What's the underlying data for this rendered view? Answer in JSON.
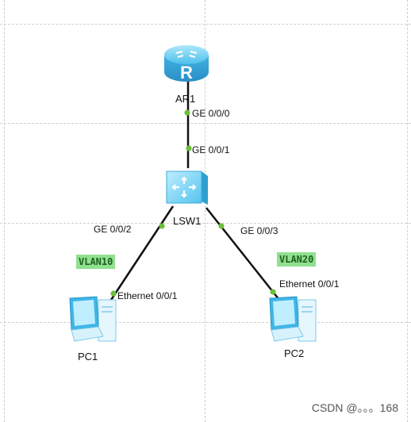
{
  "devices": {
    "router": {
      "name": "AR1"
    },
    "switch": {
      "name": "LSW1"
    },
    "pc1": {
      "name": "PC1"
    },
    "pc2": {
      "name": "PC2"
    }
  },
  "ports": {
    "ar1_port": "GE 0/0/0",
    "lsw1_uplink": "GE 0/0/1",
    "lsw1_to_pc1": "GE 0/0/2",
    "lsw1_to_pc2": "GE 0/0/3",
    "pc1_port": "Ethernet 0/0/1",
    "pc2_port": "Ethernet 0/0/1"
  },
  "vlans": {
    "pc1_vlan": "VLAN10",
    "pc2_vlan": "VLAN20"
  },
  "watermark": "CSDN @。。。168",
  "colors": {
    "link": "#111111",
    "port_dot": "#6abf3a",
    "vlan_bg": "#8fe08f",
    "device_blue": "#4cc0ec"
  },
  "icons": {
    "router": "router-icon",
    "switch": "switch-icon",
    "pc": "pc-icon"
  }
}
